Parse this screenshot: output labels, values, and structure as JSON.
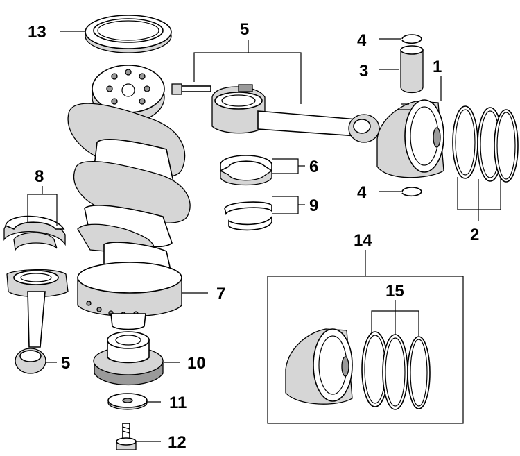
{
  "callouts": {
    "c1": "1",
    "c2": "2",
    "c3": "3",
    "c4a": "4",
    "c4b": "4",
    "c5a": "5",
    "c5b": "5",
    "c6": "6",
    "c7": "7",
    "c8": "8",
    "c9": "9",
    "c10": "10",
    "c11": "11",
    "c12": "12",
    "c13": "13",
    "c14": "14",
    "c15": "15"
  }
}
